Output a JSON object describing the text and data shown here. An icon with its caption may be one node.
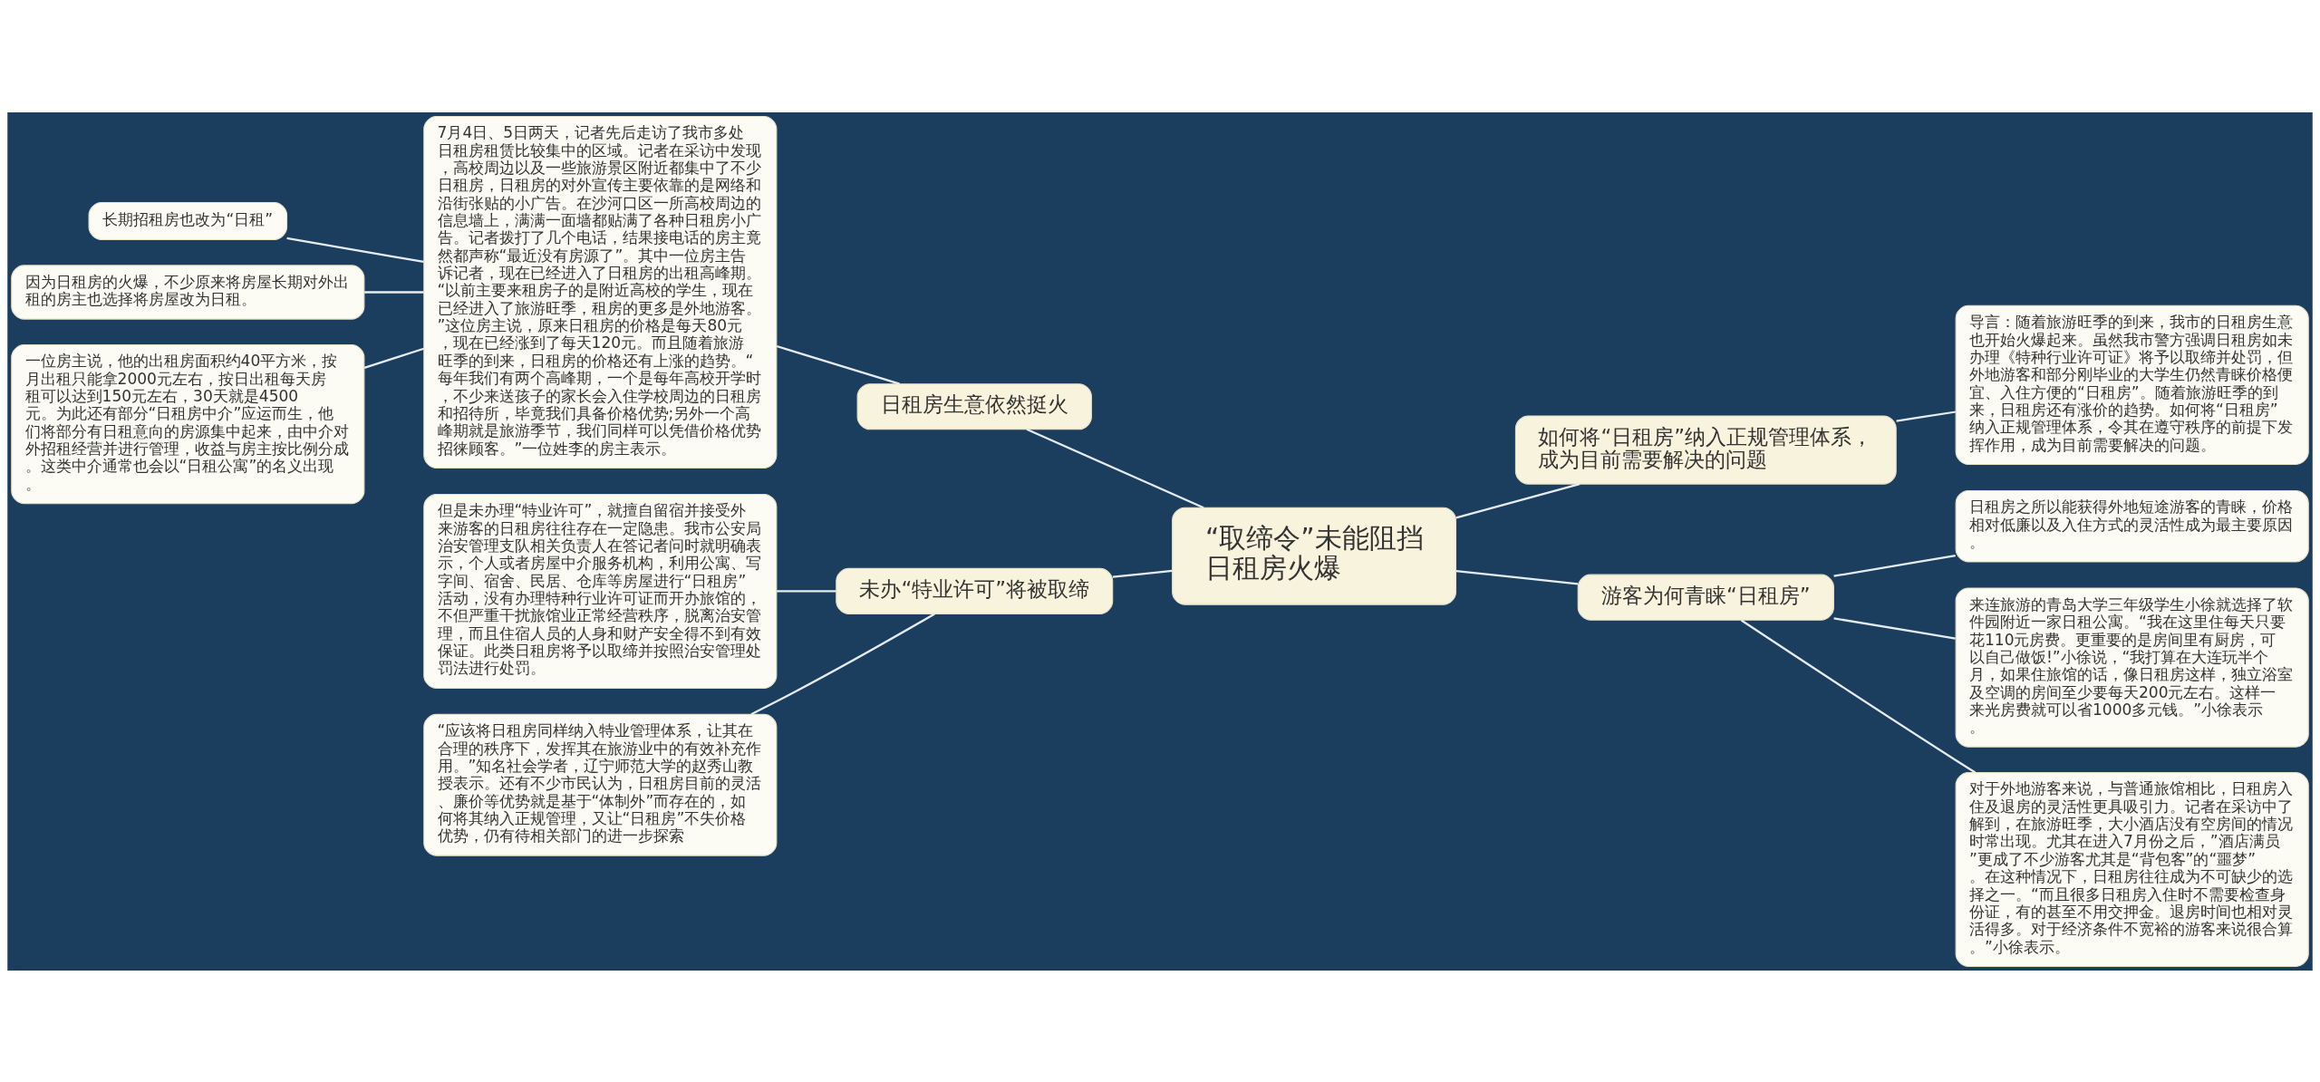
{
  "diagram": {
    "nodes": [
      {
        "text": [
          "“取缔令”未能阻挡日租房火爆"
        ]
      },
      {
        "text": [
          "日租房生意依然挺火"
        ]
      },
      {
        "text": [
          "7月4日、5日两天，记者先后走访了我市多处日租房租赁比较集中的区域。记者在采访中发现，高校周边以及一些旅游景区附近都集中了不少日租房，日租房的对外宣传主要依靠的是网络和沿街张贴的小广告。在沙河口区一所高校周边的信息墙上，满满一面墙都贴满了各种日租房小广告。记者拨打了几个电话，结果接电话的房主竟然都声称“最近没有房源了”。其中一位房主告诉记者，现在已经进入了日租房的出租高峰期。“以前主要来租房子的是附近高校的学生，现在已经进入了旅游旺季，租房的更多是外地游客。”这位房主说，原来日租房的价格是每天80元，现在已经涨到了每天120元。而且随着旅游旺季的到来，日租房的价格还有上涨的趋势。“每年我们有两个高峰期，一个是每年高校开学时，不少来送孩子的家长会入住学校周边的日租房和招待所，毕竟我们具备价格优势;另外一个高峰期就是旅游季节，我们同样可以凭借价格优势招徕顾客。”一位姓李的房主表示。"
        ]
      },
      {
        "text": [
          "长期招租房也改为“日租”"
        ]
      },
      {
        "text": [
          "因为日租房的火爆，不少原来将房屋长期对外出租的房主也选择将房屋改为日租。"
        ]
      },
      {
        "text": [
          "一位房主说，他的出租房面积约40平方米，按月出租只能拿2000元左右，按日出租每天房租可以达到150元左右，30天就是4500元。为此还有部分“日租房中介”应运而生，他们将部分有日租意向的房源集中起来，由中介对外招租经营并进行管理，收益与房主按比例分成。这类中介通常也会以“日租公寓”的名义出现。"
        ]
      },
      {
        "text": [
          "如何将“日租房”纳入正规管理体系，成为目前需要解决的问题"
        ]
      },
      {
        "text": [
          "导言：随着旅游旺季的到来，我市的日租房生意也开始火爆起来。虽然我市警方强调日租房如未办理《特种行业许可证》将予以取缔并处罚，但外地游客和部分刚毕业的大学生仍然青睐价格便宜、入住方便的“日租房”。随着旅游旺季的到来，日租房还有涨价的趋势。如何将“日租房”纳入正规管理体系，令其在遵守秩序的前提下发挥作用，成为目前需要解决的问题。"
        ]
      },
      {
        "text": [
          "未办“特业许可”将被取缔"
        ]
      },
      {
        "text": [
          "但是未办理“特业许可”，就擅自留宿并接受外来游客的日租房往往存在一定隐患。我市公安局治安管理支队相关负责人在答记者问时就明确表示，个人或者房屋中介服务机构，利用公寓、写字间、宿舍、民居、仓库等房屋进行“日租房”活动，没有办理特种行业许可证而开办旅馆的，不但严重干扰旅馆业正常经营秩序，脱离治安管理，而且住宿人员的人身和财产安全得不到有效保证。此类日租房将予以取缔并按照治安管理处罚法进行处罚。"
        ]
      },
      {
        "text": [
          "“应该将日租房同样纳入特业管理体系，让其在合理的秩序下，发挥其在旅游业中的有效补充作用。”知名社会学者，辽宁师范大学的赵秀山教授表示。还有不少市民认为，日租房目前的灵活、廉价等优势就是基于“体制外”而存在的，如何将其纳入正规管理，又让“日租房”不失价格优势，仍有待相关部门的进一步探索"
        ]
      },
      {
        "text": [
          "游客为何青睐“日租房”"
        ]
      },
      {
        "text": [
          "日租房之所以能获得外地短途游客的青睐，价格相对低廉以及入住方式的灵活性成为最主要原因。"
        ]
      },
      {
        "text": [
          "来连旅游的青岛大学三年级学生小徐就选择了软件园附近一家日租公寓。“我在这里住每天只要花110元房费。更重要的是房间里有厨房，可以自己做饭!”小徐说，“我打算在大连玩半个月，如果住旅馆的话，像日租房这样，独立浴室及空调的房间至少要每天200元左右。这样一来光房费就可以省1000多元钱。”小徐表示。"
        ]
      },
      {
        "text": [
          "对于外地游客来说，与普通旅馆相比，日租房入住及退房的灵活性更具吸引力。记者在采访中了解到，在旅游旺季，大小酒店没有空房间的情况时常出现。尤其在进入7月份之后，”酒店满员”更成了不少游客尤其是“背包客”的“噩梦”。在这种情况下，日租房往往成为不可缺少的选择之一。“而且很多日租房入住时不需要检查身份证，有的甚至不用交押金。退房时间也相对灵活得多。对于经济条件不宽裕的游客来说很合算。”小徐表示。"
        ]
      }
    ],
    "edges": [
      {
        "from": 0,
        "to": 1,
        "arrow": "none"
      },
      {
        "from": 1,
        "to": 2,
        "arrow": "none"
      },
      {
        "from": 2,
        "to": 3,
        "arrow": "none"
      },
      {
        "from": 2,
        "to": 4,
        "arrow": "none"
      },
      {
        "from": 2,
        "to": 5,
        "arrow": "none"
      },
      {
        "from": 0,
        "to": 6,
        "arrow": "none"
      },
      {
        "from": 6,
        "to": 7,
        "arrow": "none"
      },
      {
        "from": 0,
        "to": 8,
        "arrow": "none"
      },
      {
        "from": 8,
        "to": 9,
        "arrow": "none"
      },
      {
        "from": 8,
        "to": 10,
        "arrow": "none"
      },
      {
        "from": 0,
        "to": 11,
        "arrow": "none"
      },
      {
        "from": 11,
        "to": 12,
        "arrow": "none"
      },
      {
        "from": 11,
        "to": 13,
        "arrow": "none"
      },
      {
        "from": 11,
        "to": 14,
        "arrow": "none"
      }
    ]
  }
}
